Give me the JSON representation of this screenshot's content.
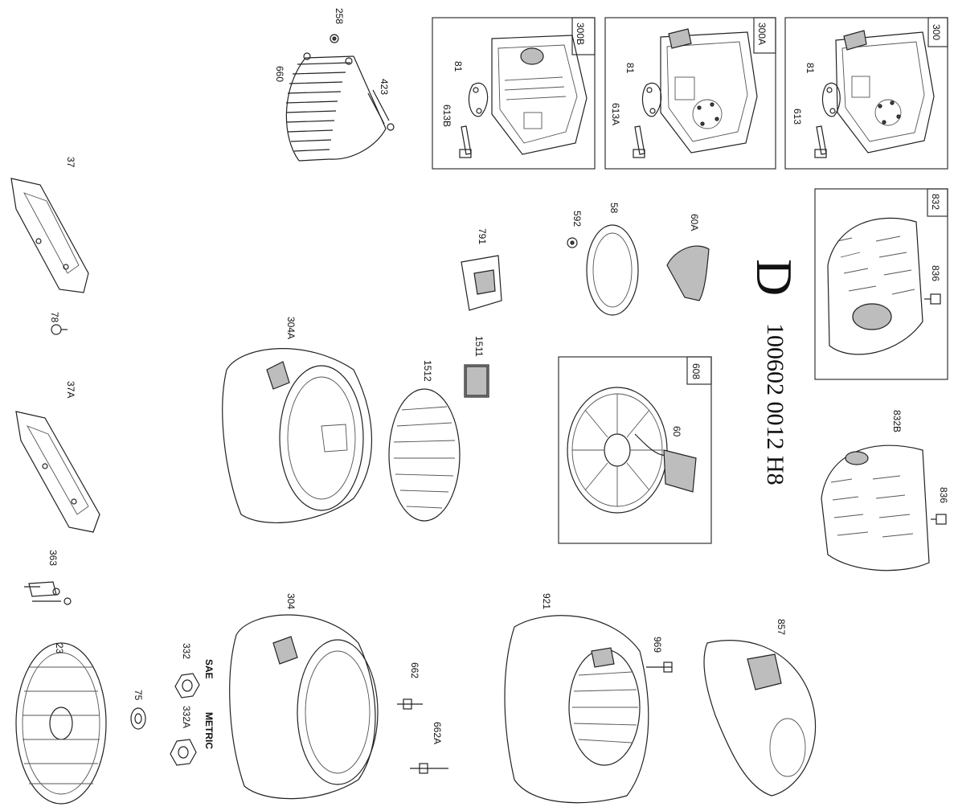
{
  "diagram": {
    "section_letter": "D",
    "reference_code": "100602 0012 H8",
    "labels": {
      "sae": "SAE",
      "metric": "METRIC"
    },
    "boxes": {
      "b300": "300",
      "b300a": "300A",
      "b300b": "300B",
      "b832": "832",
      "b608": "608"
    },
    "callouts": {
      "c258": "258",
      "c660": "660",
      "c423": "423",
      "c81a": "81",
      "c613b": "613B",
      "c81b": "81",
      "c613a": "613A",
      "c81c": "81",
      "c613": "613",
      "c37": "37",
      "c78": "78",
      "c37a": "37A",
      "c363": "363",
      "c23": "23",
      "c75": "75",
      "c332": "332",
      "c332a": "332A",
      "c304": "304",
      "c304a": "304A",
      "c1512": "1512",
      "c1511": "1511",
      "c791": "791",
      "c592": "592",
      "c58": "58",
      "c60a": "60A",
      "c60": "60",
      "c836a": "836",
      "c832b": "832B",
      "c836b": "836",
      "c662": "662",
      "c662a": "662A",
      "c921": "921",
      "c969": "969",
      "c857": "857"
    }
  }
}
